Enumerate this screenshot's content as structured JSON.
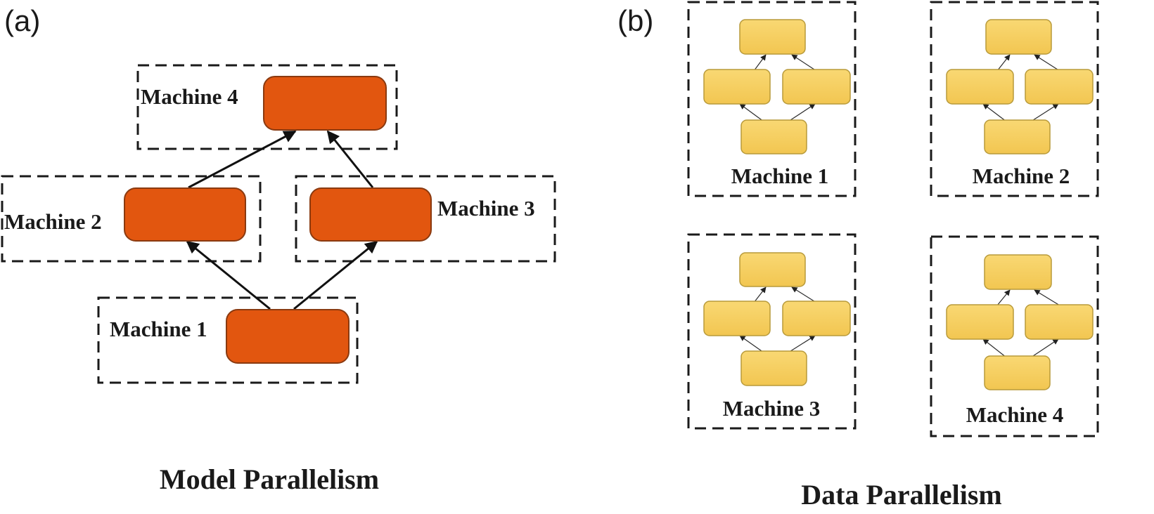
{
  "panel_a": {
    "tag": "(a)",
    "caption": "Model Parallelism",
    "node_color": "#e2560f",
    "node_stroke": "#8a3a10",
    "machines": {
      "m4": "Machine 4",
      "m2": "Machine 2",
      "m3": "Machine 3",
      "m1": "Machine 1"
    }
  },
  "panel_b": {
    "tag": "(b)",
    "caption": "Data Parallelism",
    "node_color": "#f5cd5f",
    "node_stroke": "#b89a3a",
    "machines": {
      "m1": "Machine 1",
      "m2": "Machine 2",
      "m3": "Machine 3",
      "m4": "Machine 4"
    }
  }
}
